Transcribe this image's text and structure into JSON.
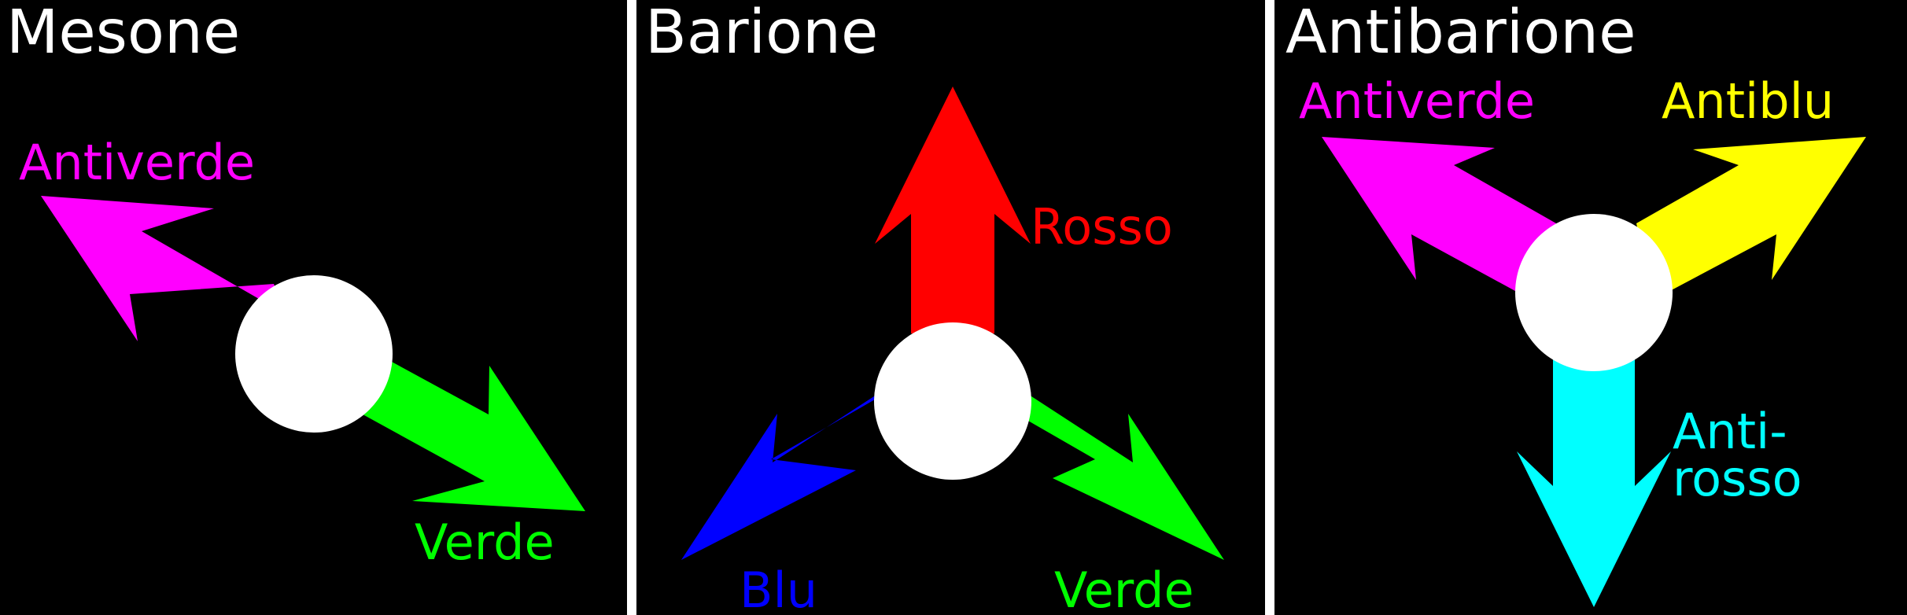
{
  "panels": [
    {
      "title": "Mesone",
      "arrows": [
        {
          "label": "Antiverde",
          "color": "#ff00ff"
        },
        {
          "label": "Verde",
          "color": "#00ff00"
        }
      ]
    },
    {
      "title": "Barione",
      "arrows": [
        {
          "label": "Rosso",
          "color": "#ff0000"
        },
        {
          "label": "Blu",
          "color": "#0000ff"
        },
        {
          "label": "Verde",
          "color": "#00ff00"
        }
      ]
    },
    {
      "title": "Antibarione",
      "arrows": [
        {
          "label": "Antiverde",
          "color": "#ff00ff"
        },
        {
          "label": "Antiblu",
          "color": "#ffff00"
        },
        {
          "label_line1": "Anti-",
          "label_line2": "rosso",
          "color": "#00ffff"
        }
      ]
    }
  ],
  "colors": {
    "background": "#000000",
    "divider": "#ffffff",
    "quark_circle": "#ffffff"
  }
}
